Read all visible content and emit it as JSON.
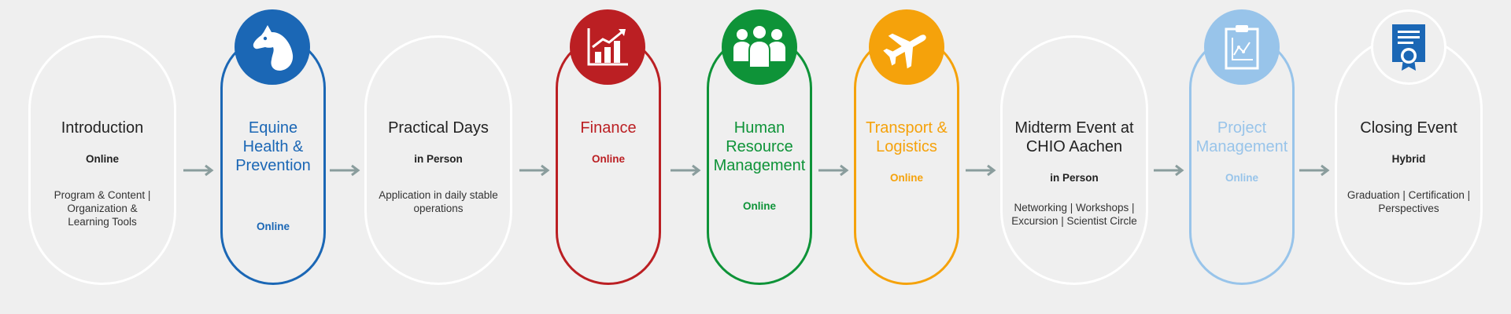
{
  "steps": [
    {
      "title": "Introduction",
      "mode": "Online",
      "desc": "Program & Content | Organization & Learning Tools"
    },
    {
      "title": "Equine Health & Prevention",
      "mode": "Online",
      "color": "#1b67b5"
    },
    {
      "title": "Practical Days",
      "mode": "in Person",
      "desc": "Application in daily stable operations"
    },
    {
      "title": "Finance",
      "mode": "Online",
      "color": "#bb1f23"
    },
    {
      "title": "Human Resource Management",
      "mode": "Online",
      "color": "#0e9338"
    },
    {
      "title": "Transport & Logistics",
      "mode": "Online",
      "color": "#f5a20b"
    },
    {
      "title": "Midterm Event at CHIO Aachen",
      "mode": "in Person",
      "desc": "Networking | Workshops | Excursion | Scientist Circle"
    },
    {
      "title": "Project Management",
      "mode": "Online",
      "color": "#98c4ea"
    },
    {
      "title": "Closing Event",
      "mode": "Hybrid",
      "desc": "Graduation | Certification | Perspectives"
    }
  ],
  "icons": [
    "horse-head-icon",
    "growth-chart-icon",
    "team-icon",
    "airplane-icon",
    "clipboard-chart-icon",
    "certificate-icon"
  ],
  "colors": {
    "background": "#efefef",
    "arrow": "#8a9d9d",
    "text": "#222222",
    "certificate": "#1b67b5"
  }
}
